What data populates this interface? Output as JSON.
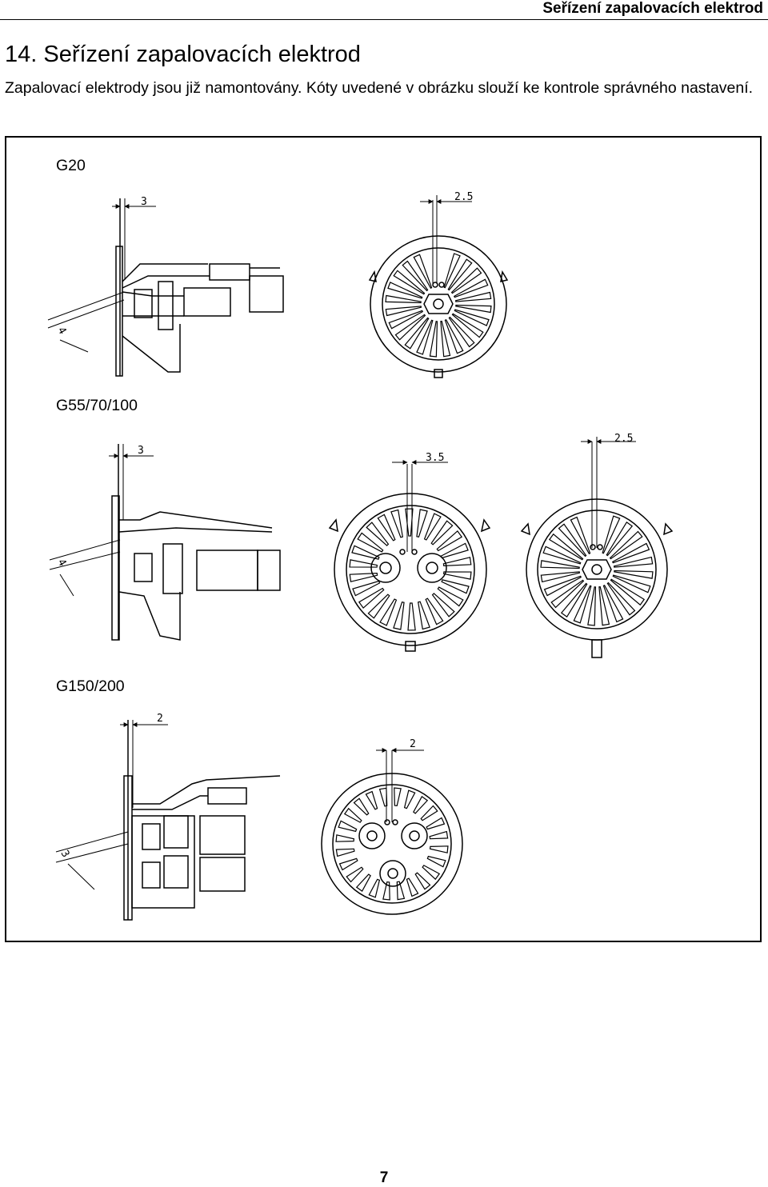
{
  "header": {
    "running_title": "Seřízení zapalovacích elektrod"
  },
  "section": {
    "title": "14. Seřízení zapalovacích elektrod",
    "intro": "Zapalovací elektrody jsou již namontovány. Kóty uvedené v obrázku slouží ke kontrole správného nastavení."
  },
  "figures": [
    {
      "label": "G20",
      "side_dims": [
        "3",
        "4"
      ],
      "front_dims": [
        "2.5"
      ]
    },
    {
      "label": "G55/70/100",
      "side_dims": [
        "3",
        "4"
      ],
      "front_dims": [
        "3.5",
        "2.5"
      ]
    },
    {
      "label": "G150/200",
      "side_dims": [
        "2",
        "3"
      ],
      "front_dims": [
        "2"
      ]
    }
  ],
  "footer": {
    "page_number": "7"
  }
}
